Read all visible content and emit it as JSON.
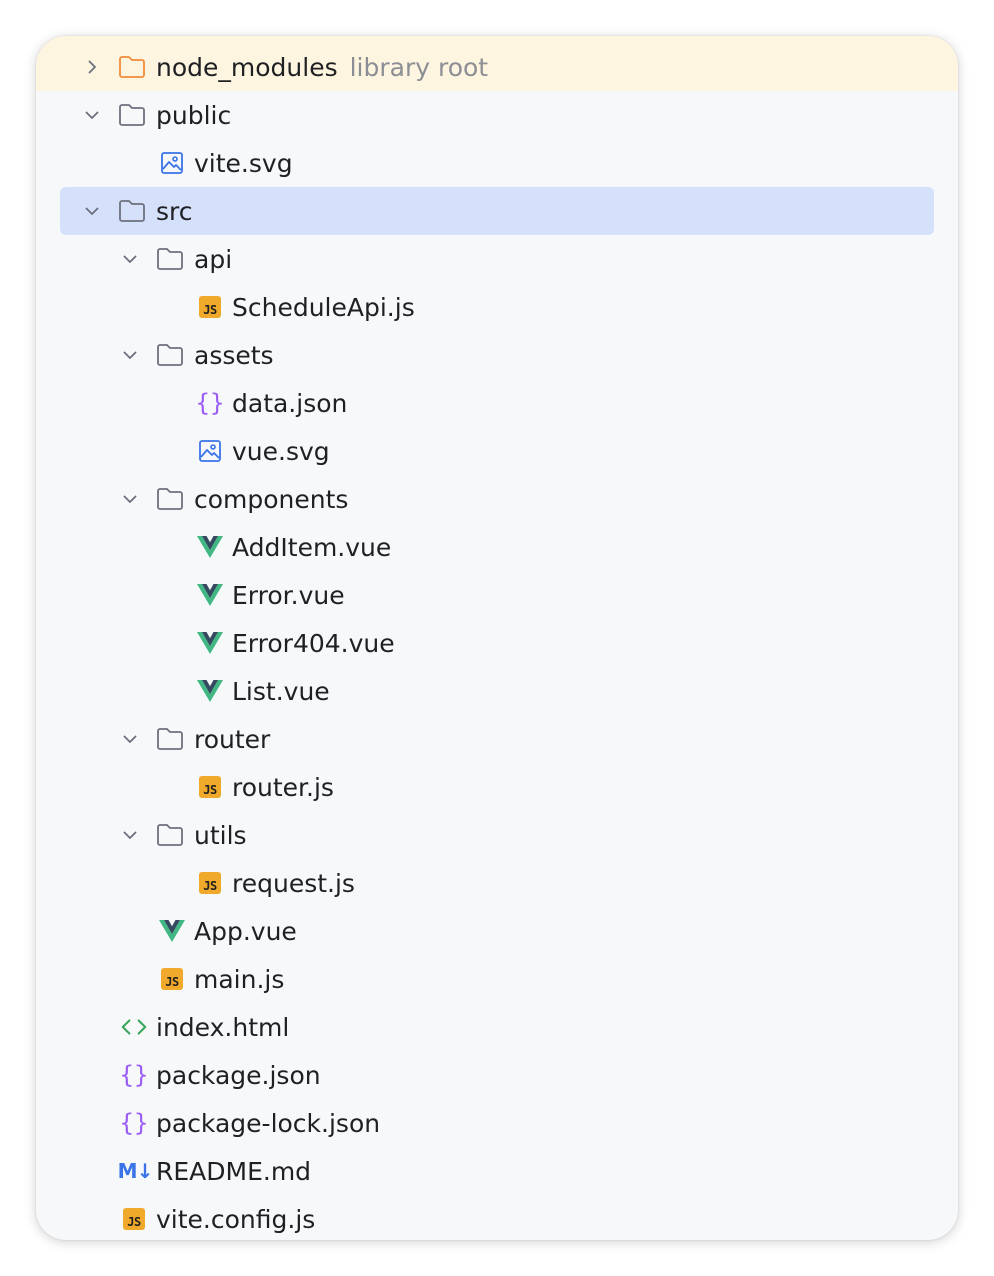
{
  "tree": {
    "node_modules": {
      "label": "node_modules",
      "hint": "library root"
    },
    "public": {
      "label": "public"
    },
    "vite_svg": {
      "label": "vite.svg"
    },
    "src": {
      "label": "src"
    },
    "api": {
      "label": "api"
    },
    "schedule_api": {
      "label": "ScheduleApi.js"
    },
    "assets": {
      "label": "assets"
    },
    "data_json": {
      "label": "data.json"
    },
    "vue_svg": {
      "label": "vue.svg"
    },
    "components": {
      "label": "components"
    },
    "add_item": {
      "label": "AddItem.vue"
    },
    "error": {
      "label": "Error.vue"
    },
    "error404": {
      "label": "Error404.vue"
    },
    "list": {
      "label": "List.vue"
    },
    "router": {
      "label": "router"
    },
    "router_js": {
      "label": "router.js"
    },
    "utils": {
      "label": "utils"
    },
    "request_js": {
      "label": "request.js"
    },
    "app_vue": {
      "label": "App.vue"
    },
    "main_js": {
      "label": "main.js"
    },
    "index_html": {
      "label": "index.html"
    },
    "package_json": {
      "label": "package.json"
    },
    "package_lock": {
      "label": "package-lock.json"
    },
    "readme": {
      "label": "README.md"
    },
    "vite_config": {
      "label": "vite.config.js"
    }
  },
  "icons": {
    "js_badge": "JS",
    "json_brace": "{}",
    "markdown": "M↓"
  },
  "colors": {
    "library_highlight": "#fdf5df",
    "selection": "#d5e1fb",
    "folder_library": "#f28b3b",
    "vue_green": "#41b883",
    "vue_dark": "#35495e",
    "js_badge": "#f0a92a",
    "json_purple": "#9a5ef7",
    "html_green": "#3aa55d",
    "markdown_blue": "#3a74e8"
  }
}
